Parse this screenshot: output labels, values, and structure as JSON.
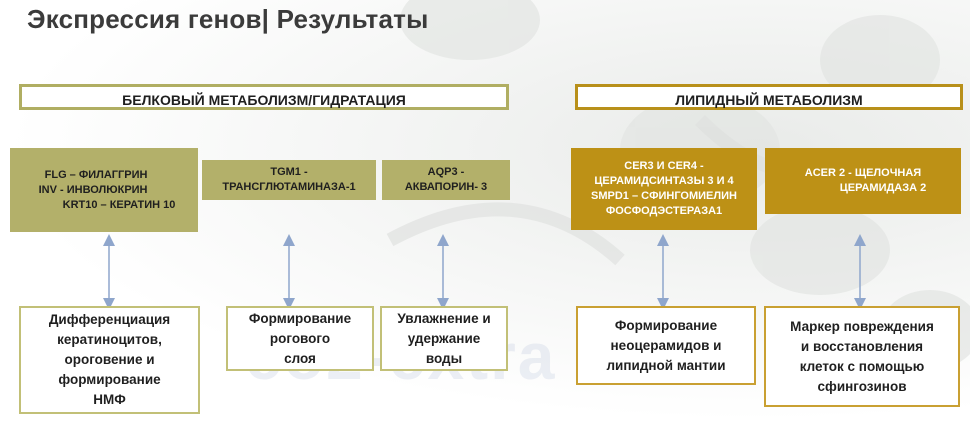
{
  "title": "Экспрессия генов| Результаты",
  "headers": {
    "protein": "БЕЛКОВЫЙ МЕТАБОЛИЗМ/ГИДРАТАЦИЯ",
    "lipid": "ЛИПИДНЫЙ МЕТАБОЛИЗМ"
  },
  "genes": [
    {
      "lines": [
        "FLG – ФИЛАГГРИН",
        "INV - ИНВОЛЮКРИН",
        "KRT10 – КЕРАТИН 10"
      ]
    },
    {
      "lines": [
        "TGM1 -",
        "ТРАНСГЛЮТАМИНАЗА-1"
      ]
    },
    {
      "lines": [
        "AQP3 -",
        "АКВАПОРИН- 3"
      ]
    },
    {
      "lines": [
        "CER3 И CER4 -",
        "ЦЕРАМИДСИНТАЗЫ 3 И 4",
        "SMPD1 – СФИНГОМИЕЛИН",
        "ФОСФОДЭСТЕРАЗА1"
      ]
    },
    {
      "lines": [
        "ACER 2 - ЩЕЛОЧНАЯ",
        "ЦЕРАМИДАЗА 2"
      ]
    }
  ],
  "outcomes": [
    {
      "lines": [
        "Дифференциация",
        "кератиноцитов,",
        "ороговение и",
        "формирование",
        "НМФ"
      ]
    },
    {
      "lines": [
        "Формирование",
        "рогового",
        "слоя"
      ]
    },
    {
      "lines": [
        "Увлажнение и",
        "удержание",
        "воды"
      ]
    },
    {
      "lines": [
        "Формирование",
        "неоцерамидов и",
        "липидной мантии"
      ]
    },
    {
      "lines": [
        "Маркер повреждения",
        "и восстановления",
        "клеток с помощью",
        "сфингозинов"
      ]
    }
  ],
  "watermark": "co2-extra",
  "colors": {
    "olive": "#b3b06a",
    "gold": "#bd9116",
    "arrow": "#8fa6cc",
    "title": "#3b3b3b"
  }
}
